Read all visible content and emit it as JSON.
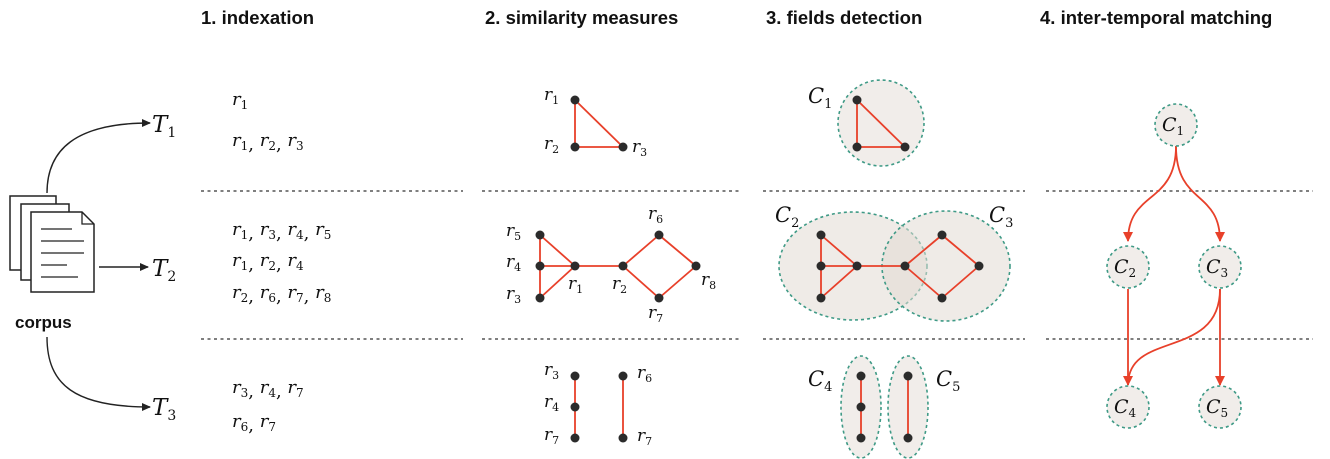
{
  "headers": {
    "indexation": "1. indexation",
    "similarity": "2. similarity measures",
    "fields": "3. fields detection",
    "matching": "4. inter-temporal matching"
  },
  "corpus_label": "corpus",
  "periods": {
    "T1": {
      "base": "T",
      "sub": "1"
    },
    "T2": {
      "base": "T",
      "sub": "2"
    },
    "T3": {
      "base": "T",
      "sub": "3"
    }
  },
  "indexation": [
    [
      [
        [
          "1"
        ]
      ],
      [
        [
          "1"
        ],
        [
          "2"
        ],
        [
          "3"
        ]
      ]
    ],
    [
      [
        [
          "1"
        ],
        [
          "3"
        ],
        [
          "4"
        ],
        [
          "5"
        ]
      ],
      [
        [
          "1"
        ],
        [
          "2"
        ],
        [
          "4"
        ]
      ],
      [
        [
          "2"
        ],
        [
          "6"
        ],
        [
          "7"
        ],
        [
          "8"
        ]
      ]
    ],
    [
      [
        [
          "3"
        ],
        [
          "4"
        ],
        [
          "7"
        ]
      ],
      [
        [
          "6"
        ],
        [
          "7"
        ]
      ]
    ]
  ],
  "colors": {
    "edge": "#e8402a",
    "node": "#2b2b2b",
    "cluster_border": "#3f9a86",
    "cluster_fill": "#f1edea",
    "separator": "#555555"
  },
  "sim_labels": {
    "p1_r1": "1",
    "p1_r2": "2",
    "p1_r3": "3",
    "p2_r5": "5",
    "p2_r4": "4",
    "p2_r3": "3",
    "p2_r1": "1",
    "p2_r2": "2",
    "p2_r6": "6",
    "p2_r8": "8",
    "p2_r7": "7",
    "p3_r3": "3",
    "p3_r4": "4",
    "p3_r7a": "7",
    "p3_r6": "6",
    "p3_r7b": "7"
  },
  "field_labels": {
    "C1": "1",
    "C2": "2",
    "C3": "3",
    "C4": "4",
    "C5": "5"
  },
  "matching_labels": {
    "C1": "1",
    "C2": "2",
    "C3": "3",
    "C4": "4",
    "C5": "5"
  }
}
